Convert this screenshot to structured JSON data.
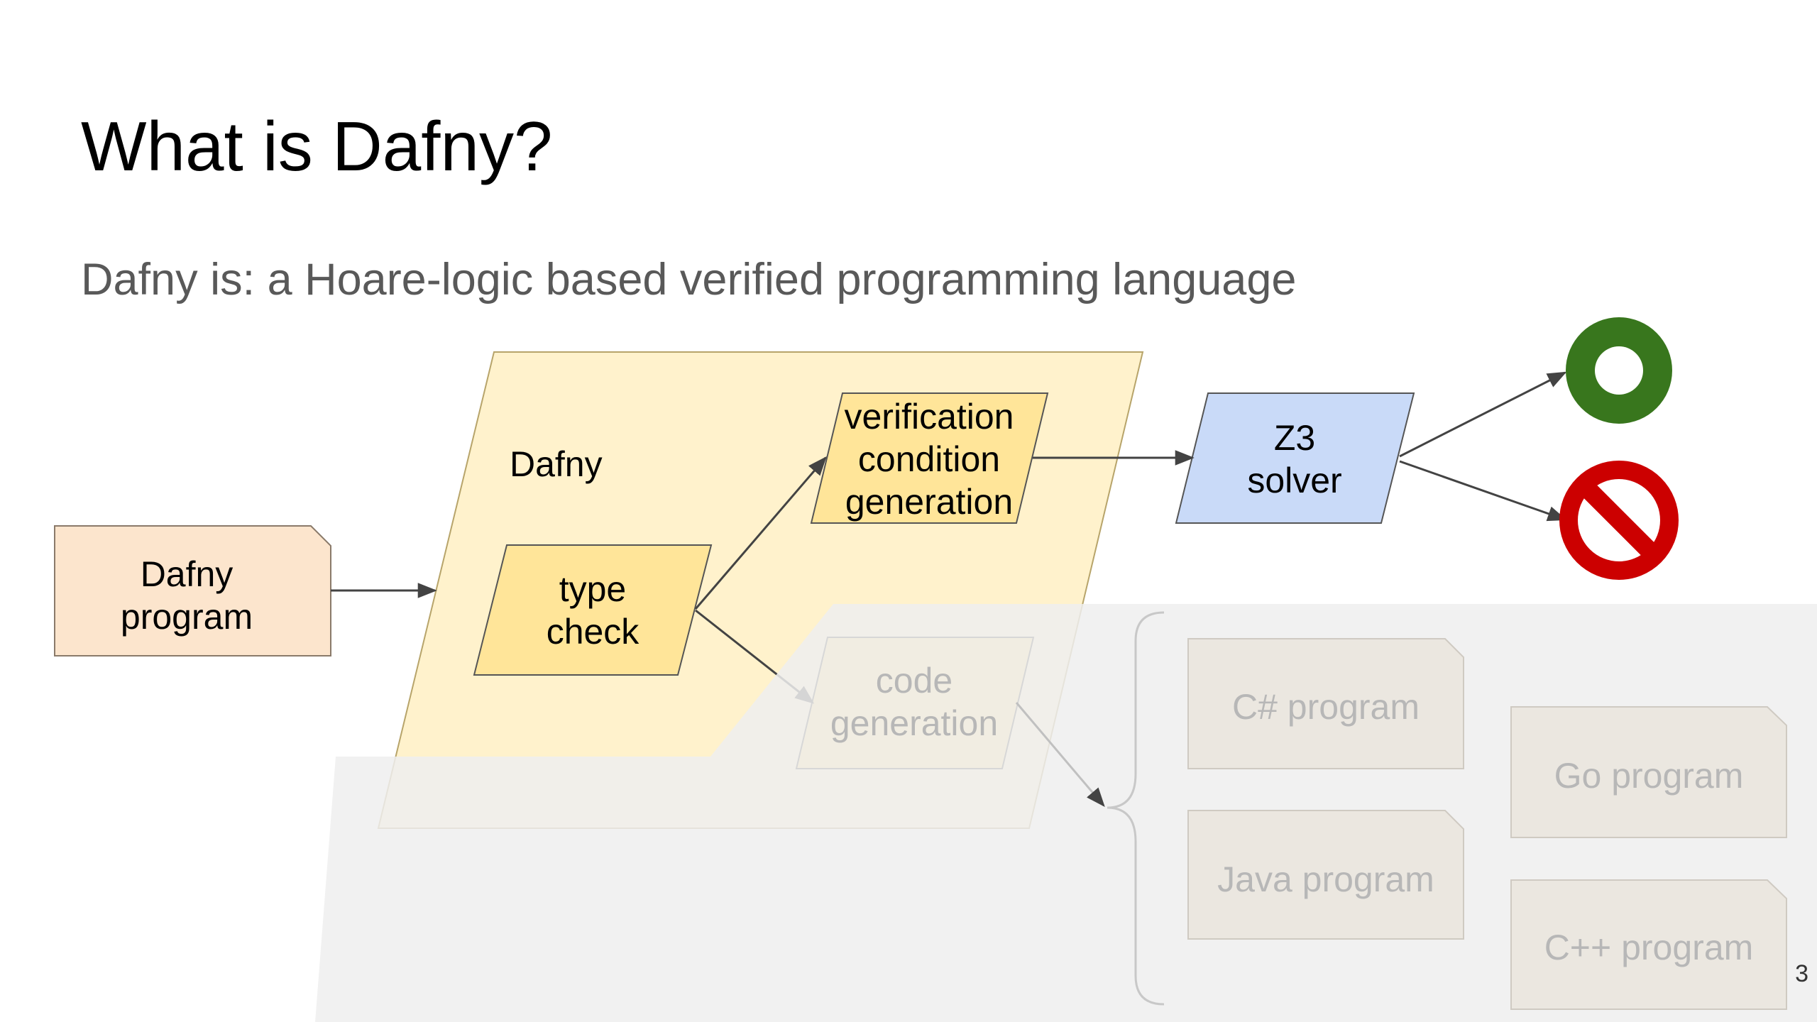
{
  "slide": {
    "title": "What is Dafny?",
    "subtitle": "Dafny is: a Hoare-logic based verified programming language",
    "page_number": "3"
  },
  "diagram": {
    "input": {
      "line1": "Dafny",
      "line2": "program"
    },
    "container_label": "Dafny",
    "type_check": {
      "line1": "type",
      "line2": "check"
    },
    "vc_gen": {
      "line1": "verification",
      "line2": "condition",
      "line3": "generation"
    },
    "code_gen": {
      "line1": "code",
      "line2": "generation"
    },
    "solver": {
      "line1": "Z3",
      "line2": "solver"
    },
    "outputs": {
      "csharp": "C# program",
      "go": "Go program",
      "java": "Java program",
      "cpp": "C++ program"
    },
    "result_icons": [
      "success-ring-icon",
      "prohibited-icon"
    ]
  },
  "colors": {
    "input_fill": "#fce5cd",
    "container_fill": "#fff2cc",
    "stage_fill": "#ffe599",
    "solver_fill": "#c9daf8",
    "success_green": "#38761d",
    "fail_red": "#cc0000",
    "overlay": "#efefef",
    "dim_text": "#b7b7b7",
    "subtitle": "#595959"
  }
}
